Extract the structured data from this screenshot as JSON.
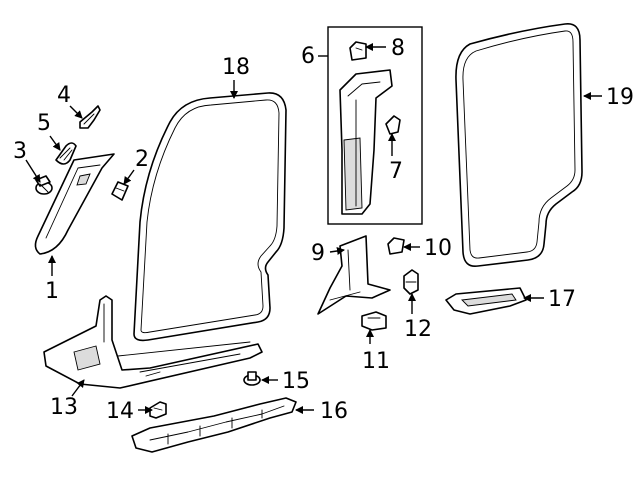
{
  "callouts": {
    "c1": "1",
    "c2": "2",
    "c3": "3",
    "c4": "4",
    "c5": "5",
    "c6": "6",
    "c7": "7",
    "c8": "8",
    "c9": "9",
    "c10": "10",
    "c11": "11",
    "c12": "12",
    "c13": "13",
    "c14": "14",
    "c15": "15",
    "c16": "16",
    "c17": "17",
    "c18": "18",
    "c19": "19"
  },
  "colors": {
    "line": "#000000",
    "background": "#ffffff",
    "shade": "#dcdcdc"
  }
}
